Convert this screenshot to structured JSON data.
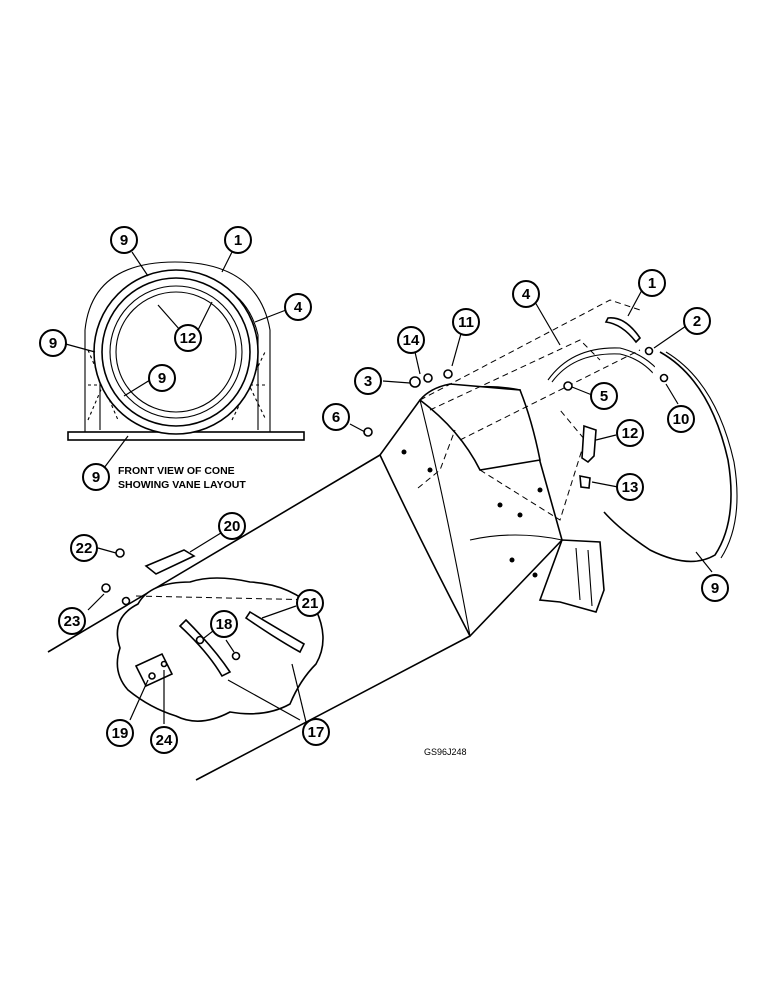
{
  "caption": {
    "line1": "FRONT VIEW OF CONE",
    "line2": "SHOWING VANE LAYOUT"
  },
  "figure_id": "GS96J248",
  "callouts": [
    {
      "key": "inset_9_top",
      "label": "9"
    },
    {
      "key": "inset_1",
      "label": "1"
    },
    {
      "key": "inset_4",
      "label": "4"
    },
    {
      "key": "inset_12",
      "label": "12"
    },
    {
      "key": "inset_9_left",
      "label": "9"
    },
    {
      "key": "inset_9_inner",
      "label": "9"
    },
    {
      "key": "inset_9_bottom",
      "label": "9"
    },
    {
      "key": "c4",
      "label": "4"
    },
    {
      "key": "c1",
      "label": "1"
    },
    {
      "key": "c2",
      "label": "2"
    },
    {
      "key": "c14",
      "label": "14"
    },
    {
      "key": "c11",
      "label": "11"
    },
    {
      "key": "c3",
      "label": "3"
    },
    {
      "key": "c5",
      "label": "5"
    },
    {
      "key": "c10",
      "label": "10"
    },
    {
      "key": "c6",
      "label": "6"
    },
    {
      "key": "c12",
      "label": "12"
    },
    {
      "key": "c13",
      "label": "13"
    },
    {
      "key": "c9",
      "label": "9"
    },
    {
      "key": "c20",
      "label": "20"
    },
    {
      "key": "c22",
      "label": "22"
    },
    {
      "key": "c23",
      "label": "23"
    },
    {
      "key": "c21",
      "label": "21"
    },
    {
      "key": "c18",
      "label": "18"
    },
    {
      "key": "c17",
      "label": "17"
    },
    {
      "key": "c19",
      "label": "19"
    },
    {
      "key": "c24",
      "label": "24"
    }
  ]
}
